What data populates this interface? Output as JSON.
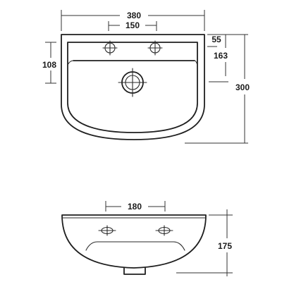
{
  "drawing": {
    "top_view": {
      "overall_width": "380",
      "tap_spacing": "150",
      "front_to_taps": "55",
      "back_to_bowl": "163",
      "depth": "300",
      "deck_height": "108"
    },
    "front_view": {
      "hole_spacing": "180",
      "height": "175"
    },
    "colors": {
      "line": "#1f1f1f",
      "background": "#ffffff"
    }
  }
}
